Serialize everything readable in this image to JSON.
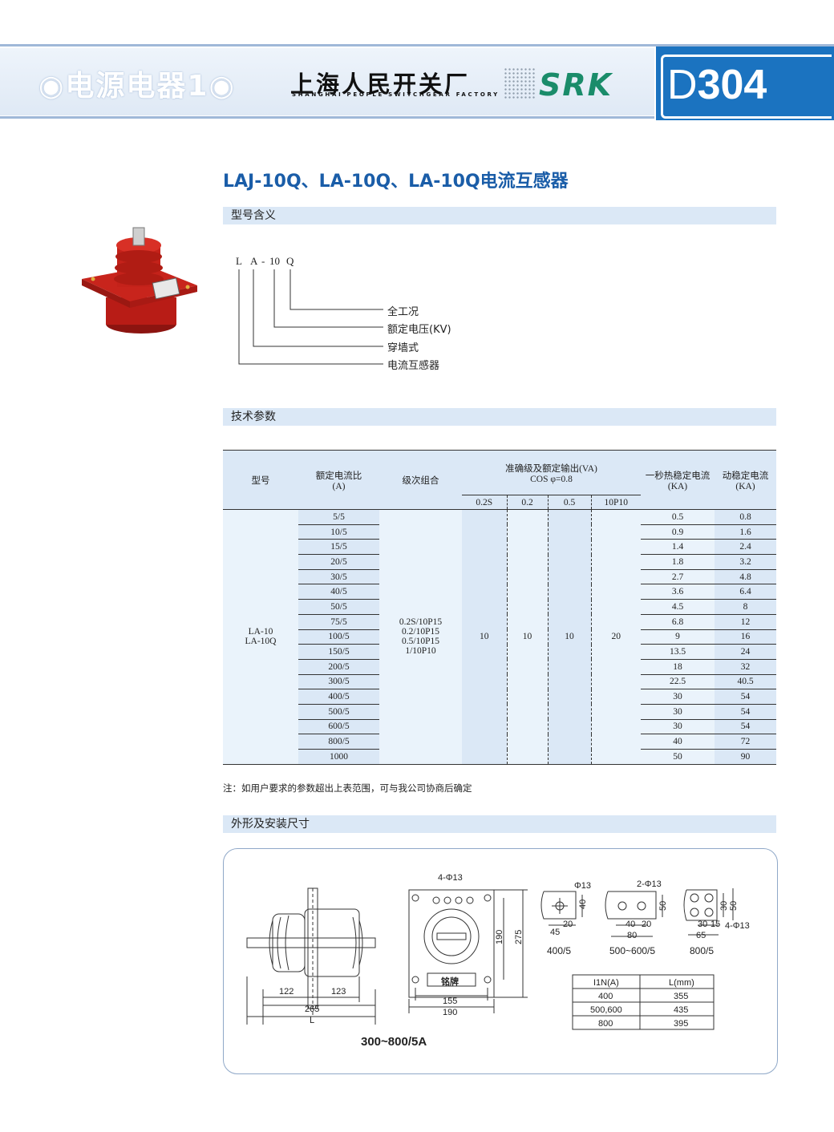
{
  "header": {
    "section": "◉电源电器1◉",
    "factory_cn": "上海人民开关厂",
    "factory_en": "SHANGHAI PEOPLE SWITCHGEAR FACTORY",
    "logo": "SRK",
    "page_prefix": "D",
    "page_number": "304"
  },
  "title": "LAJ-10Q、LA-10Q、LA-10Q电流互感器",
  "sections": {
    "model_meaning": "型号含义",
    "tech_params": "技术参数",
    "dimensions": "外形及安装尺寸"
  },
  "model_code": {
    "letters": [
      "L",
      "A",
      "-",
      "10",
      "Q"
    ],
    "explanations": [
      "全工况",
      "额定电压(KV)",
      "穿墙式",
      "电流互感器"
    ]
  },
  "table": {
    "headers": {
      "model": "型号",
      "ratio": "额定电流比",
      "ratio_unit": "(A)",
      "combo": "级次组合",
      "accuracy": "准确级及额定输出(VA)",
      "cos": "COS φ=0.8",
      "thermal": "一秒热稳定电流",
      "thermal_unit": "(KA)",
      "dynamic": "动稳定电流",
      "dynamic_unit": "(KA)",
      "acc_classes": [
        "0.2S",
        "0.2",
        "0.5",
        "10P10"
      ]
    },
    "model_values": [
      "LA-10",
      "LA-10Q"
    ],
    "combos": [
      "0.2S/10P15",
      "0.2/10P15",
      "0.5/10P15",
      "1/10P10"
    ],
    "outputs": [
      "10",
      "10",
      "10",
      "20"
    ],
    "rows": [
      [
        "5/5",
        "0.5",
        "0.8"
      ],
      [
        "10/5",
        "0.9",
        "1.6"
      ],
      [
        "15/5",
        "1.4",
        "2.4"
      ],
      [
        "20/5",
        "1.8",
        "3.2"
      ],
      [
        "30/5",
        "2.7",
        "4.8"
      ],
      [
        "40/5",
        "3.6",
        "6.4"
      ],
      [
        "50/5",
        "4.5",
        "8"
      ],
      [
        "75/5",
        "6.8",
        "12"
      ],
      [
        "100/5",
        "9",
        "16"
      ],
      [
        "150/5",
        "13.5",
        "24"
      ],
      [
        "200/5",
        "18",
        "32"
      ],
      [
        "300/5",
        "22.5",
        "40.5"
      ],
      [
        "400/5",
        "30",
        "54"
      ],
      [
        "500/5",
        "30",
        "54"
      ],
      [
        "600/5",
        "30",
        "54"
      ],
      [
        "800/5",
        "40",
        "72"
      ],
      [
        "1000",
        "50",
        "90"
      ]
    ]
  },
  "note": "注：如用户要求的参数超出上表范围，可与我公司协商后确定",
  "drawing": {
    "side": {
      "d1": "122",
      "d2": "123",
      "d3": "265",
      "d4": "L",
      "caption": "300~800/5A"
    },
    "front": {
      "holes": "4-Φ13",
      "nameplate": "铭牌",
      "w1": "155",
      "w2": "190",
      "h1": "190",
      "h2": "275"
    },
    "terminal_400": {
      "hole": "Φ13",
      "a": "40",
      "b": "20",
      "c": "45",
      "caption": "400/5"
    },
    "terminal_500": {
      "hole": "2-Φ13",
      "a": "50",
      "b": "40",
      "c": "20",
      "d": "80",
      "caption": "500~600/5"
    },
    "terminal_800": {
      "hole": "4-Φ13",
      "a": "30",
      "b": "50",
      "c": "30",
      "d": "15",
      "e": "65",
      "caption": "800/5"
    },
    "lengths": {
      "headers": [
        "I1N(A)",
        "L(mm)"
      ],
      "rows": [
        [
          "400",
          "355"
        ],
        [
          "500,600",
          "435"
        ],
        [
          "800",
          "395"
        ]
      ]
    }
  }
}
